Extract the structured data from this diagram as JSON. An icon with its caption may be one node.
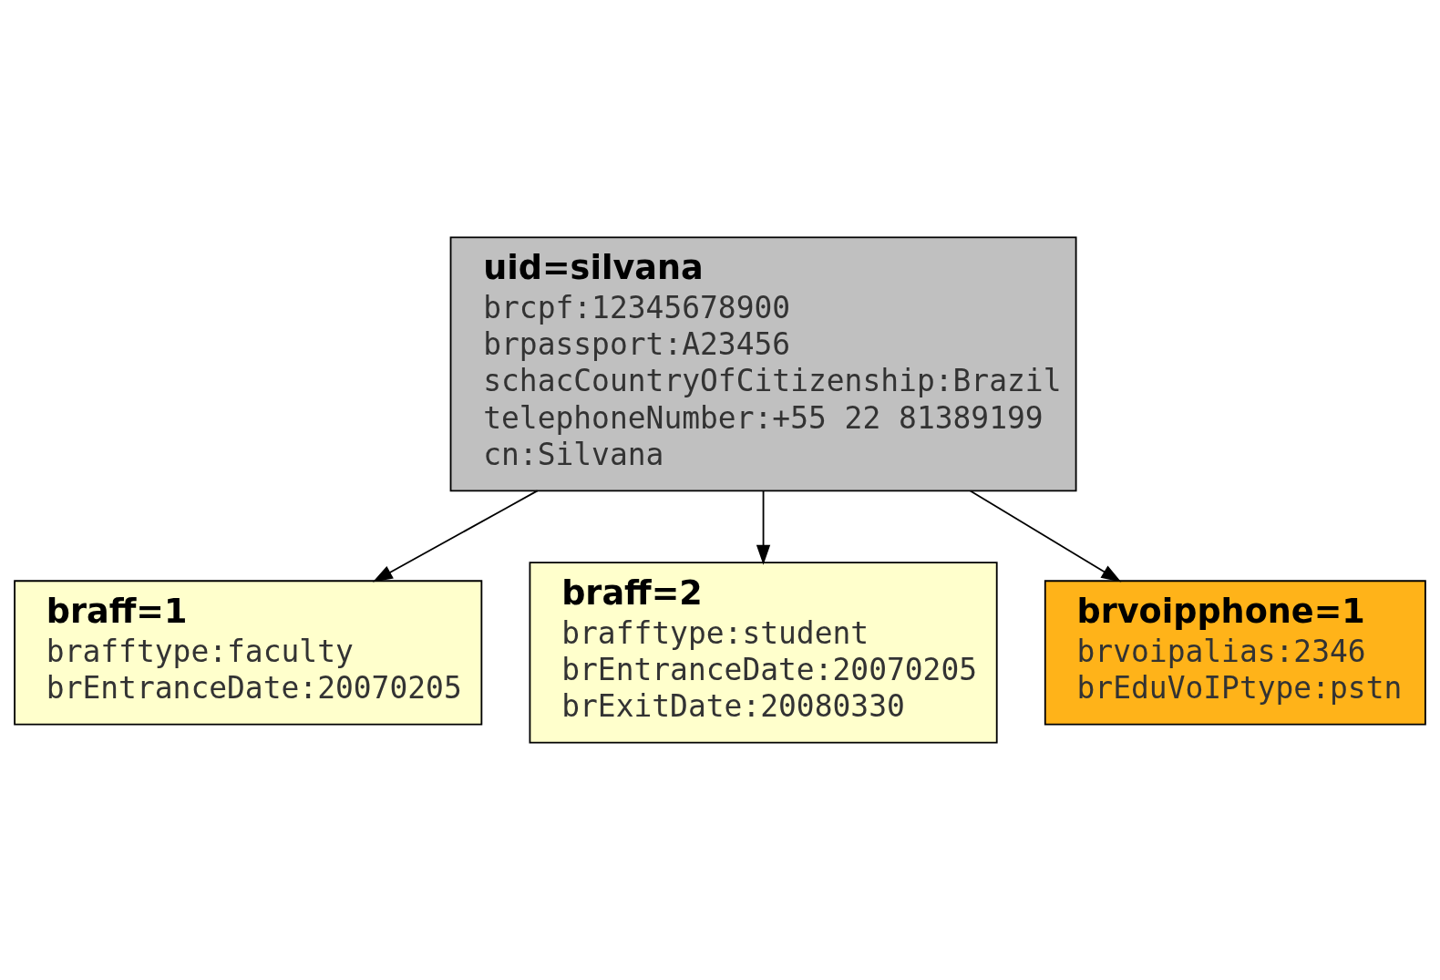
{
  "diagram": {
    "nodes": [
      {
        "text": [
          "uid=silvana",
          "brcpf:12345678900",
          "brpassport:A23456",
          "schacCountryOfCitizenship:Brazil",
          "telephoneNumber:+55 22 81389199",
          "cn:Silvana"
        ]
      },
      {
        "text": [
          "braff=1",
          "brafftype:faculty",
          "brEntranceDate:20070205"
        ]
      },
      {
        "text": [
          "braff=2",
          "brafftype:student",
          "brEntranceDate:20070205",
          "brExitDate:20080330"
        ]
      },
      {
        "text": [
          "brvoipphone=1",
          "brvoipalias:2346",
          "brEduVoIPtype:pstn"
        ]
      }
    ],
    "edges": [
      {
        "from": 0,
        "to": 1,
        "arrow": "to"
      },
      {
        "from": 0,
        "to": 2,
        "arrow": "to"
      },
      {
        "from": 0,
        "to": 3,
        "arrow": "to"
      }
    ]
  }
}
